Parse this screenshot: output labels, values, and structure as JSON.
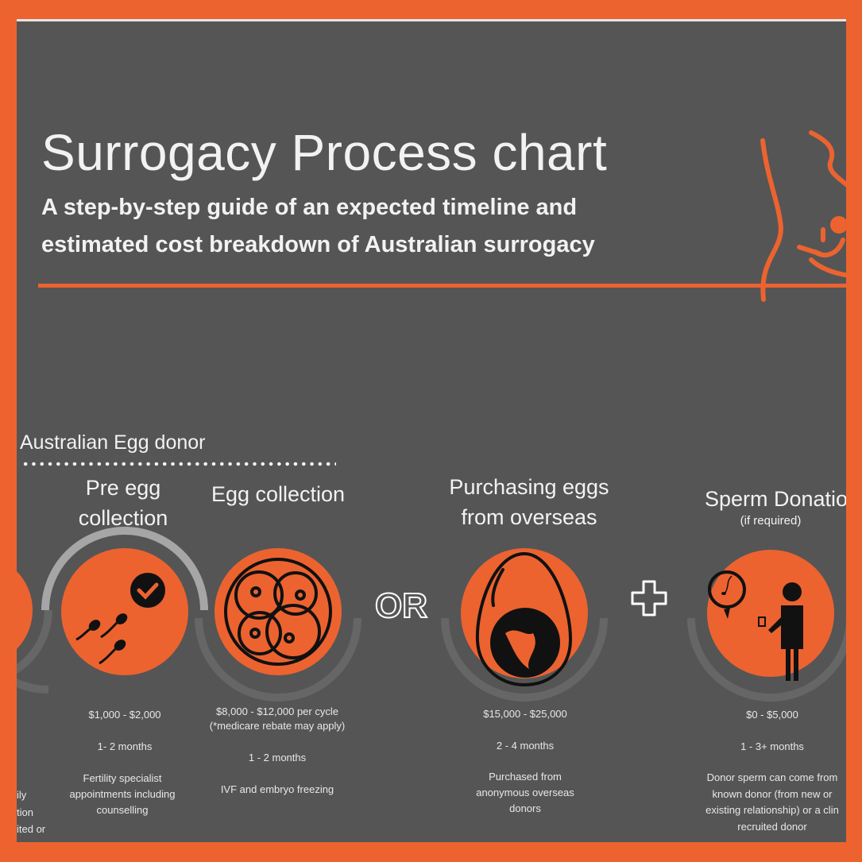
{
  "header": {
    "title": "Surrogacy Process chart",
    "subtitle_line1": "A step-by-step guide of an expected timeline and",
    "subtitle_line2": "estimated cost breakdown of Australian surrogacy"
  },
  "colors": {
    "accent": "#EC6330",
    "background": "#555555",
    "text": "#F2F2F2",
    "arc_light": "#A6A6A6",
    "arc_dark": "#666666"
  },
  "section_label": "Australian Egg donor",
  "connectors": {
    "or": "OR",
    "plus": "+"
  },
  "steps": [
    {
      "title_line1": "Pre egg",
      "title_line2": "collection",
      "icon": "sperm-check-icon",
      "cost": "$1,000 - $2,000",
      "duration": "1- 2 months",
      "desc": [
        "Fertility specialist",
        "appointments including",
        "counselling"
      ]
    },
    {
      "title_line1": "Egg collection",
      "icon": "embryo-cells-icon",
      "cost": "$8,000 - $12,000 per cycle",
      "cost_note": "(*medicare rebate may apply)",
      "duration": "1 - 2 months",
      "desc": [
        "IVF and embryo freezing"
      ]
    },
    {
      "title_line1": "Purchasing eggs",
      "title_line2": "from overseas",
      "icon": "egg-globe-icon",
      "cost": "$15,000 - $25,000",
      "duration": "2 - 4 months",
      "desc": [
        "Purchased from",
        "anonymous overseas",
        "donors"
      ]
    },
    {
      "title_line1": "Sperm Donatio",
      "title_note": "(if required)",
      "icon": "sperm-donor-icon",
      "cost": "$0 - $5,000",
      "duration": "1 - 3+ months",
      "desc": [
        "Donor sperm can come from",
        "known donor (from new or",
        "existing relationship) or a clin",
        "recruited donor"
      ]
    }
  ],
  "left_partial_text": [
    "ily",
    "tion",
    "ited or"
  ]
}
